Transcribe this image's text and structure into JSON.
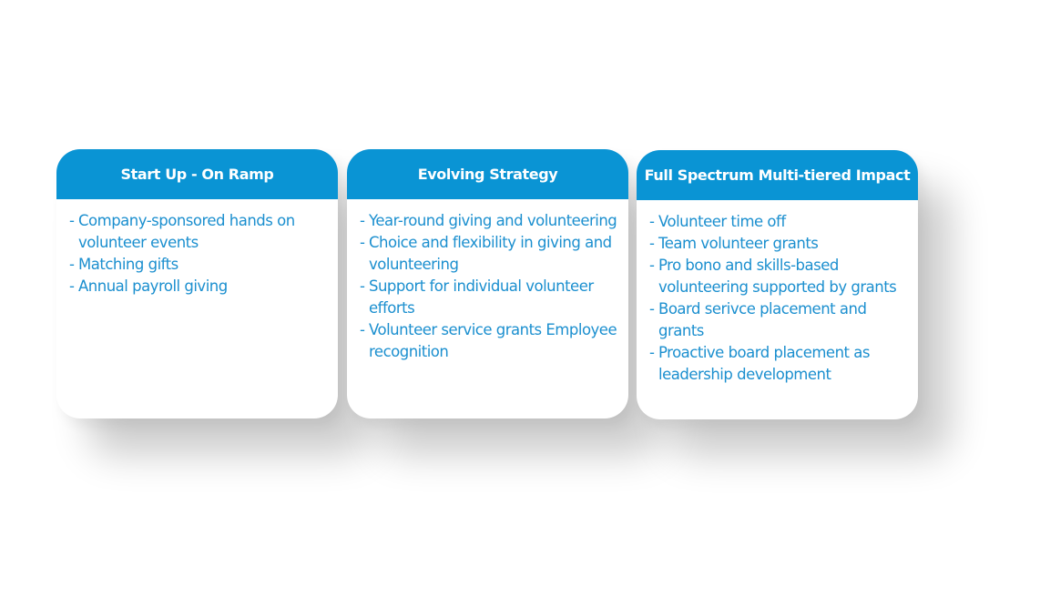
{
  "columns": [
    {
      "title": "Start Up - On Ramp",
      "items": [
        "Company-sponsored hands on volunteer events",
        "Matching gifts",
        "Annual payroll giving"
      ]
    },
    {
      "title": "Evolving Strategy",
      "items": [
        "Year-round giving and volunteering",
        "Choice and flexibility in giving and volunteering",
        "Support for individual volunteer efforts",
        "Volunteer service grants Employee recognition"
      ]
    },
    {
      "title": "Full Spectrum Multi-tiered Impact",
      "items": [
        "Volunteer time off",
        "Team volunteer grants",
        "Pro bono and skills-based volunteering supported by grants",
        "Board serivce placement and grants",
        "Proactive board placement as leadership development"
      ]
    }
  ],
  "bullet_marker": "-",
  "colors": {
    "header_bg": "#0a94d4",
    "header_text": "#ffffff",
    "body_text": "#1b8fcf",
    "card_bg": "#ffffff"
  }
}
